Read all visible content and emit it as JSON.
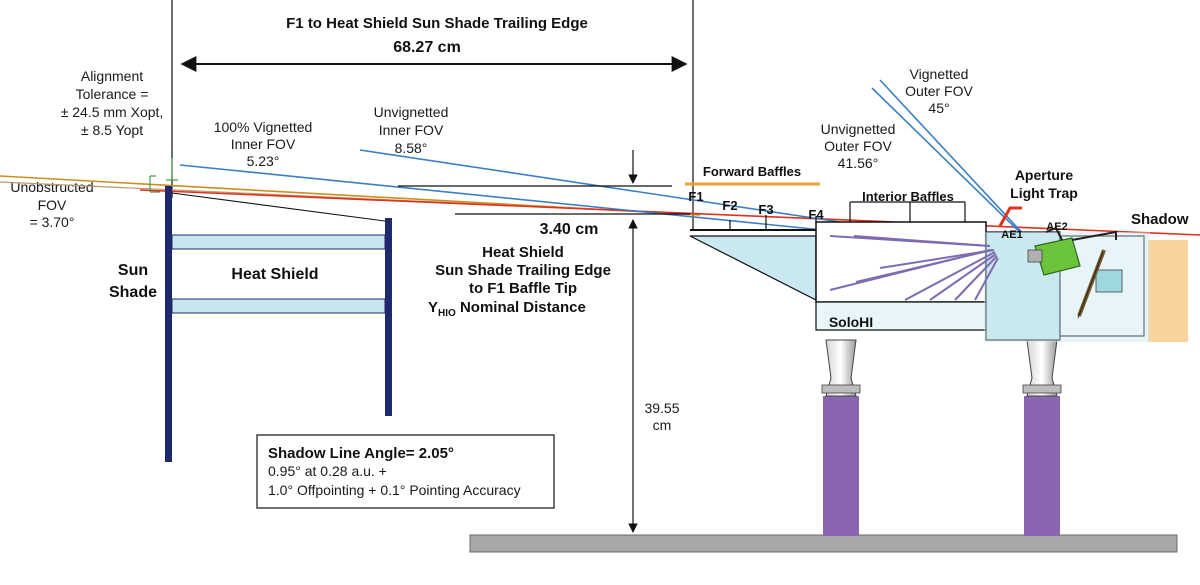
{
  "top_dimension": {
    "title": "F1 to Heat Shield Sun Shade Trailing Edge",
    "value": "68.27 cm"
  },
  "alignment": [
    "Alignment",
    "Tolerance =",
    "± 24.5 mm Xopt,",
    "± 8.5 Yopt"
  ],
  "unobstructed_fov": [
    "Unobstructed",
    "FOV",
    "= 3.70°"
  ],
  "vignetted_inner": [
    "100% Vignetted",
    "Inner FOV",
    "5.23°"
  ],
  "unvignetted_inner": [
    "Unvignetted",
    "Inner FOV",
    "8.58°"
  ],
  "vignetted_outer": [
    "Vignetted",
    "Outer FOV",
    "45°"
  ],
  "unvignetted_outer": [
    "Unvignetted",
    "Outer FOV",
    "41.56°"
  ],
  "forward_baffles": "Forward Baffles",
  "baffles": [
    "F1",
    "F2",
    "F3",
    "F4"
  ],
  "interior_baffles": "Interior Baffles",
  "aperture_light_trap": [
    "Aperture",
    "Light Trap"
  ],
  "aperture_labels": [
    "AE1",
    "AE2"
  ],
  "shadow": "Shadow",
  "sun_shade": [
    "Sun",
    "Shade"
  ],
  "heat_shield": "Heat Shield",
  "offset_value": "3.40 cm",
  "yhio": {
    "lines": [
      "Heat Shield",
      "Sun Shade Trailing Edge",
      "to F1 Baffle Tip"
    ],
    "y_main": "Y",
    "y_sub": "HIO",
    "y_rest": " Nominal Distance"
  },
  "height": [
    "39.55",
    "cm"
  ],
  "instrument": "SoloHI",
  "shadow_box": {
    "title": "Shadow Line Angle= 2.05°",
    "line1": "0.95° at 0.28 a.u. +",
    "line2": "1.0° Offpointing + 0.1° Pointing Accuracy"
  },
  "colors": {
    "shield_blue": "#1f2a6e",
    "panel_fill": "#c7e6ee",
    "purple": "#8a66b0",
    "instrument_fill": "#c9e8f0",
    "green": "#6bc43a",
    "orange": "#e8a43a",
    "red": "#e0301e",
    "fov_blue": "#3c7fc4",
    "peach": "#f8d39c",
    "grey": "#a8a8a8"
  }
}
